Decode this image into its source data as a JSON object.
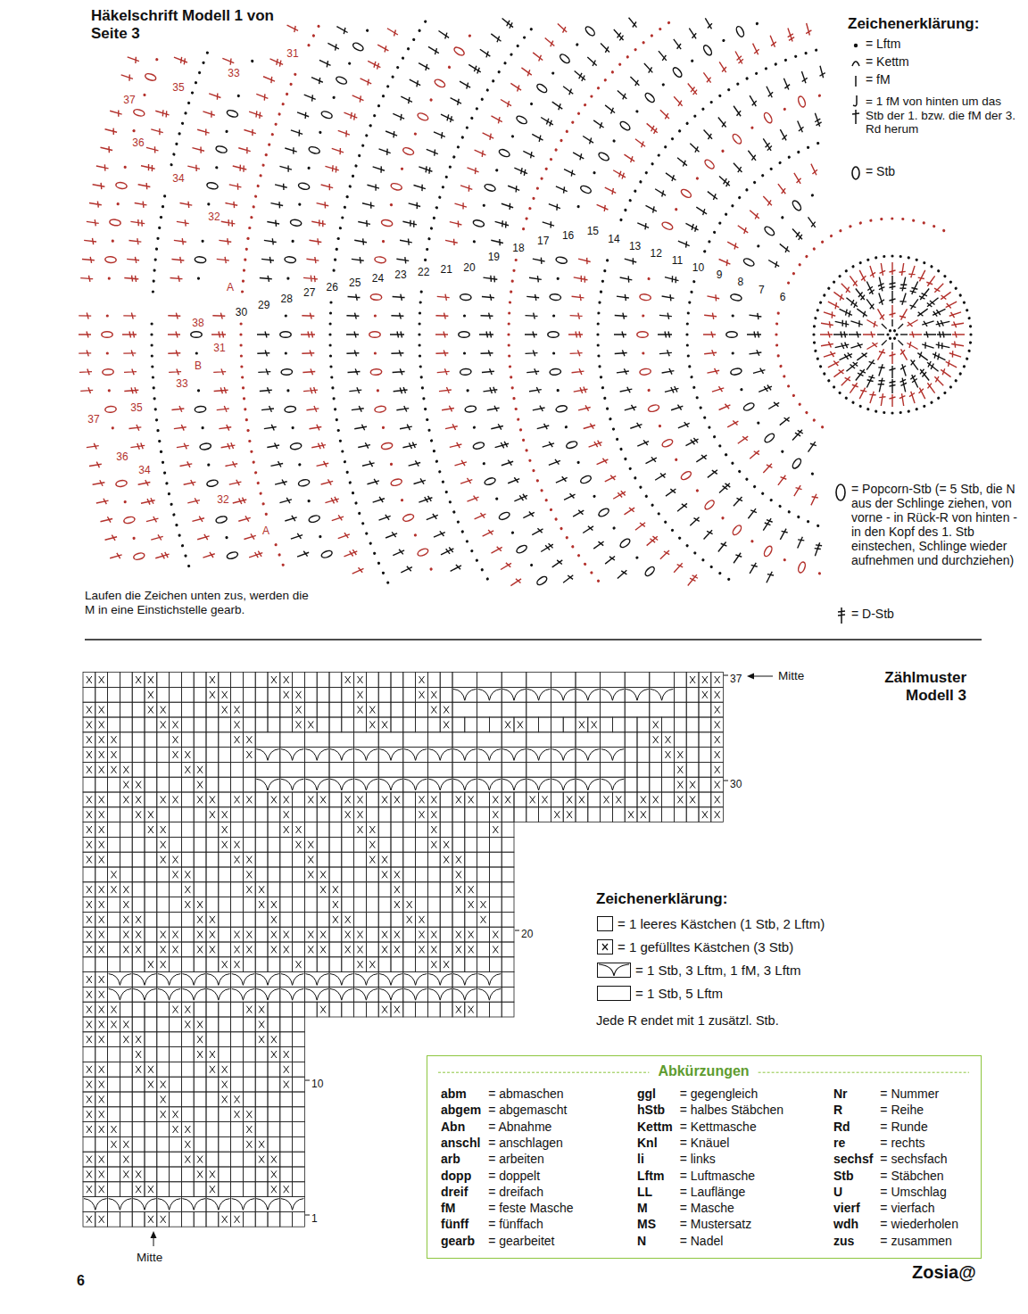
{
  "diagram": {
    "title": "Häkelschrift Modell 1 von Seite 3",
    "nodes": [
      {
        "text": [
          "Abkürzungen",
          "abm",
          "= abmaschen",
          "ggl",
          "= gegengleich",
          "Nr",
          "= Nummer",
          "abgem",
          "= abgemascht",
          "hStb",
          "= halbes Stäbchen",
          "R",
          "= Reihe",
          "Abn",
          "= Abnahme",
          "Kettm",
          "= Kettmasche",
          "Rd",
          "= Runde",
          "anschl",
          "= anschlagen",
          "Knl",
          "= Knäuel",
          "re",
          "= rechts",
          "arb",
          "= arbeiten",
          "li",
          "= links",
          "sechsf",
          "= sechsfach",
          "dopp",
          "= doppelt",
          "Lftm",
          "= Luftmasche",
          "Stb",
          "= Stäbchen",
          "dreif",
          "= dreifach",
          "LL",
          "= Lauflänge",
          "U",
          "= Umschlag",
          "fM",
          "= feste Masche",
          "M",
          "= Masche",
          "vierf",
          "= vierfach",
          "fünff",
          "= fünffach",
          "MS",
          "= Mustersatz",
          "wdh",
          "= wiederholen",
          "gearb",
          "= gearbeitet",
          "N",
          "= Nadel",
          "zus",
          "= zusammen"
        ]
      }
    ],
    "labels": [
      "Zeichenerklärung:",
      "Laufen die Zeichen unten zus, werden die M in eine Einstichstelle gearb.",
      "6",
      "7",
      "8",
      "9",
      "10",
      "11",
      "12",
      "13",
      "14",
      "15",
      "16",
      "17",
      "18",
      "19",
      "20",
      "21",
      "22",
      "23",
      "24",
      "25",
      "26",
      "27",
      "28",
      "29",
      "30",
      "31",
      "32",
      "33",
      "34",
      "35",
      "36",
      "37",
      "A",
      "38",
      "31",
      "B",
      "33",
      "35",
      "37",
      "36",
      "34",
      "32",
      "A",
      "Zählmuster Modell 3",
      "Mitte",
      "Mitte",
      "37",
      "30",
      "20",
      "10",
      "1",
      "Zeichenerklärung:",
      "Jede R endet mit 1 zusätzl. Stb.",
      "6",
      "Zosia@"
    ],
    "legend": [
      {
        "text": "= Lftm"
      },
      {
        "text": "= Kettm"
      },
      {
        "text": "= fM"
      },
      {
        "text": "= 1 fM von hinten um das Stb der 1. bzw. die fM der 3. Rd herum"
      },
      {
        "text": "= Stb"
      },
      {
        "text": "= Popcorn-Stb (= 5 Stb, die N aus der Schlinge ziehen, von vorne - in Rück-R von hinten - in den Kopf des 1. Stb einstechen, Schlinge wieder aufnehmen und durchziehen)"
      },
      {
        "text": "= D-Stb"
      },
      {
        "text": "= 1 leeres Kästchen (1 Stb, 2 Lftm)"
      },
      {
        "text": "= 1 gefülltes Kästchen (3 Stb)"
      },
      {
        "text": "= 1 Stb, 3 Lftm, 1 fM, 3 Lftm"
      },
      {
        "text": "= 1 Stb, 5 Lftm"
      }
    ]
  }
}
